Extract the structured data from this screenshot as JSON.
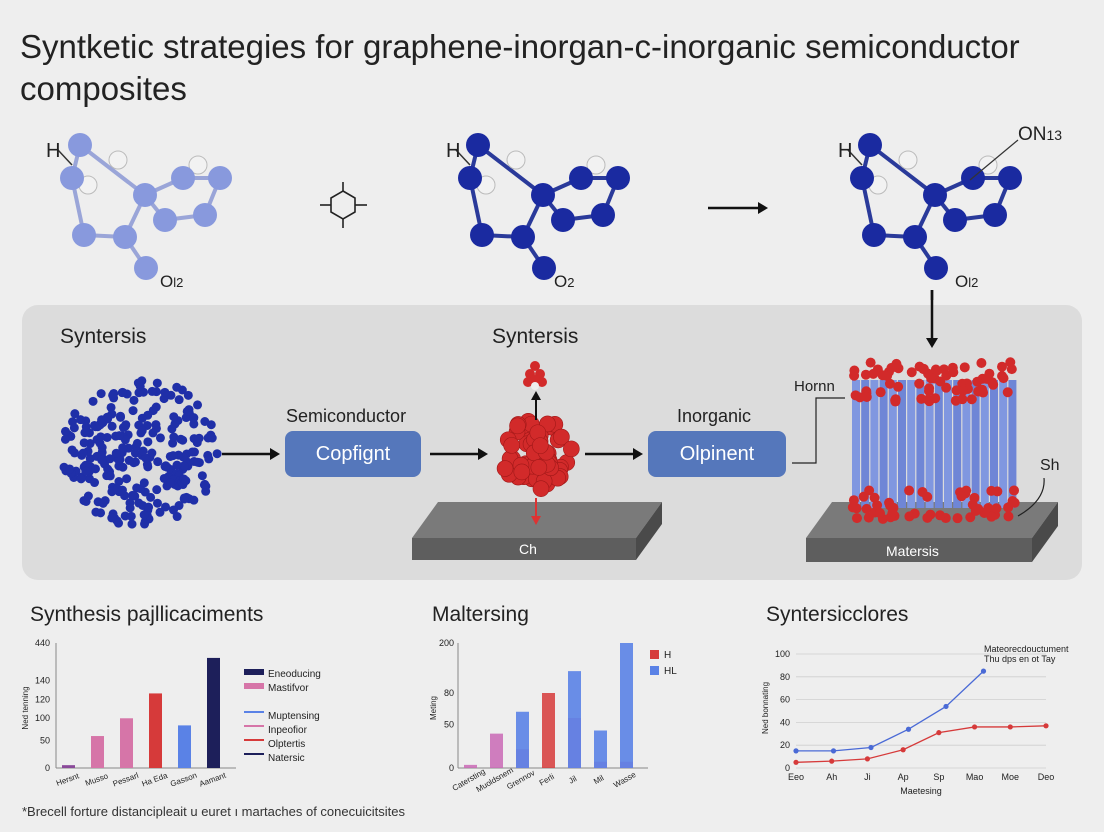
{
  "title": "Syntketic strategies for graphene-inorgan-c-inorganic semiconductor composites",
  "molecules": {
    "m1": {
      "h": "H",
      "o": "O",
      "o_sub": "l2"
    },
    "m2": {
      "h": "H",
      "o": "O",
      "o_sub": "2"
    },
    "m3": {
      "h": "H",
      "o": "O",
      "o_sub": "l2",
      "top": "ON",
      "top_sub": "13"
    }
  },
  "panel": {
    "left_label": "Syntersis",
    "center_label": "Syntersis",
    "semiconductor_label": "Semiconductor",
    "btn1": "Copfignt",
    "inorganic_label": "Inorganic",
    "btn2": "Olpinent",
    "slab1_label": "Ch",
    "horn_label": "Hornn",
    "sh_label": "Sh",
    "slab2_label": "Matersis"
  },
  "colors": {
    "atom_light": "#8899dd",
    "atom_dark": "#1a2aa0",
    "red": "#dd2b2b",
    "blue_pill": "#5577bb",
    "rod": "#6f86d6",
    "slab": "#5e5e5e"
  },
  "chart_data": [
    {
      "type": "bar",
      "title": "Synthesis pajllicaciments",
      "ylabel": "Ned tenning",
      "ylim": [
        0,
        440
      ],
      "yticks": [
        "0",
        "50",
        "100",
        "120",
        "140",
        "440"
      ],
      "categories": [
        "Hersnt",
        "Musso",
        "Pessarl",
        "Ha Eda",
        "Gasson",
        "Aamant"
      ],
      "values": [
        8,
        90,
        140,
        210,
        120,
        310
      ],
      "bar_colors": [
        "#8a4a9a",
        "#d675a8",
        "#d675a8",
        "#d63a3a",
        "#5a82e6",
        "#1d1f5a"
      ],
      "legend": [
        "Eneoducing",
        "Mastifvor",
        "Muptensing",
        "Inpeofior",
        "Olptertis",
        "Natersic"
      ],
      "legend_colors": [
        "#1d1f5a",
        "#d675a8",
        "#5a82e6",
        "#d675a8",
        "#d63a3a",
        "#1d1f5a"
      ]
    },
    {
      "type": "bar",
      "title": "Maltersing",
      "ylabel": "Meting",
      "ylim": [
        0,
        200
      ],
      "yticks": [
        "0",
        "50",
        "80",
        "200"
      ],
      "categories": [
        "Catersting",
        "Muoldsnem",
        "Grennov",
        "Ferli",
        "Jil",
        "Mil",
        "Wasse"
      ],
      "series": [
        {
          "name": "H",
          "values": [
            5,
            55,
            30,
            120,
            80,
            10,
            10
          ]
        },
        {
          "name": "HL",
          "values": [
            0,
            0,
            90,
            0,
            155,
            60,
            200
          ]
        }
      ],
      "series_colors": [
        "#c969b5",
        "#5a82e6"
      ],
      "legend_colors": [
        "#d63a3a",
        "#5a82e6"
      ]
    },
    {
      "type": "line",
      "title": "Syntersicclores",
      "ylabel": "Ned bonnating",
      "xlabel": "Maetesing",
      "ylim": [
        0,
        100
      ],
      "yticks": [
        "0",
        "20",
        "40",
        "60",
        "80",
        "100"
      ],
      "categories": [
        "Eeo",
        "Ah",
        "Ji",
        "Ap",
        "Sp",
        "Mao",
        "Moe",
        "Deo"
      ],
      "series": [
        {
          "name": "Mateorecdouctument",
          "values": [
            15,
            15,
            18,
            34,
            54,
            85
          ]
        },
        {
          "name": "Thu dps en ot Tay",
          "values": [
            5,
            6,
            8,
            16,
            31,
            36,
            36,
            37
          ]
        }
      ],
      "series_colors": [
        "#4a6ad6",
        "#d63a3a"
      ]
    }
  ],
  "footnote": "*Brecell forture distancipleait u euret ı martaches of conecuicitsites"
}
